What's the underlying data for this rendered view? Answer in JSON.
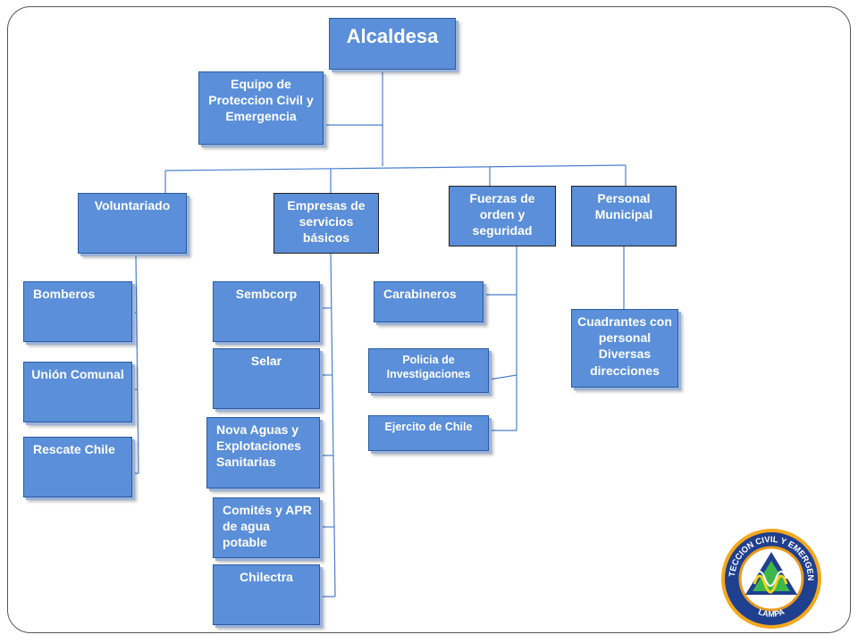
{
  "top": {
    "label": "Alcaldesa"
  },
  "staff": {
    "label": "Equipo de Proteccion Civil y Emergencia"
  },
  "departments": [
    {
      "label": "Voluntariado",
      "children": [
        "Bomberos",
        "Unión Comunal",
        "Rescate Chile"
      ]
    },
    {
      "label": "Empresas de servicios básicos",
      "children": [
        "Sembcorp",
        "Selar",
        "Nova Aguas y Explotaciones Sanitarias",
        "Comités y APR de agua potable",
        "Chilectra"
      ]
    },
    {
      "label": "Fuerzas de orden y seguridad",
      "children": [
        "Carabineros",
        "Policia de Investigaciones",
        "Ejercito de Chile"
      ]
    },
    {
      "label": "Personal Municipal",
      "children": [
        "Cuadrantes con personal Diversas direcciones"
      ]
    }
  ],
  "logo": {
    "top_text": "PROTECCION CIVIL Y EMERGENCIA",
    "bottom_text": "LAMPA"
  },
  "colors": {
    "box_fill": "#5b8fd9",
    "box_border": "#2b5aa3",
    "connector": "#4a7fd0",
    "logo_ring": "#1f3f8f",
    "logo_accent": "#e89a1c"
  }
}
